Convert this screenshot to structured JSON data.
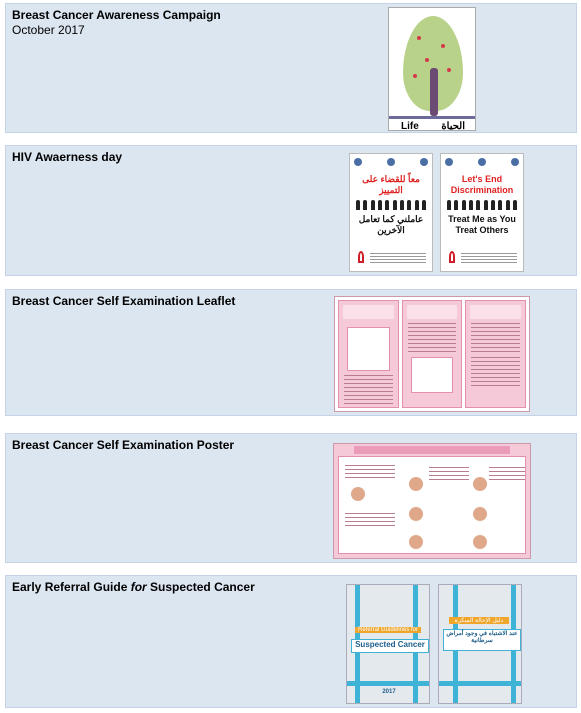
{
  "rows": [
    {
      "title": "Breast Cancer Awareness Campaign",
      "subtitle": "October 2017",
      "poster": {
        "label_en": "Life",
        "label_ar": "الحياة"
      }
    },
    {
      "title": "HIV Awaerness day",
      "poster_ar": {
        "headline": "معاً للقضاء على التمييز",
        "slogan": "عاملني كما تعامل الآخرين"
      },
      "poster_en": {
        "headline": "Let's End Discrimination",
        "slogan": "Treat Me as You Treat Others"
      }
    },
    {
      "title": "Breast Cancer Self Examination Leaflet"
    },
    {
      "title": "Breast Cancer Self Examination Poster"
    },
    {
      "title_pre": "Early Referral Guide ",
      "title_em": "for",
      "title_post": " Suspected Cancer",
      "cover_en": {
        "banner": "Referral Guidelines for",
        "main": "Suspected Cancer",
        "year": "2017"
      },
      "cover_ar": {
        "banner": "دليل الإحالة المبكرة",
        "main": "عند الاشتباه في وجود أمراض سرطانية"
      }
    }
  ],
  "colors": {
    "row_bg": "#dce6f1",
    "pink": "#f6c9d8",
    "red": "#e02020",
    "blue": "#3fb3d5"
  }
}
